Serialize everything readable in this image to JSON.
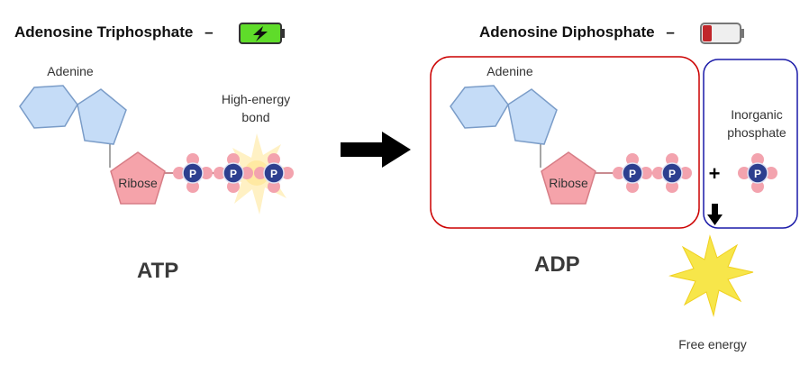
{
  "atp": {
    "title": "Adenosine Triphosphate",
    "dash": "–",
    "adenine": "Adenine",
    "ribose": "Ribose",
    "phosphate": "P",
    "bond_line1": "High-energy",
    "bond_line2": "bond",
    "name": "ATP"
  },
  "adp": {
    "title": "Adenosine Diphosphate",
    "dash": "–",
    "adenine": "Adenine",
    "ribose": "Ribose",
    "phosphate": "P",
    "inorganic_line1": "Inorganic",
    "inorganic_line2": "phosphate",
    "plus": "+",
    "free_energy": "Free energy",
    "name": "ADP"
  },
  "colors": {
    "purine": "#c5dcf7",
    "purine_stroke": "#7a9cc8",
    "ribose": "#f5a3aa",
    "ribose_stroke": "#d77d86",
    "phosphate": "#2d3f8f",
    "oxygen": "#f3a3ae",
    "battery_full": "#5fdc2a",
    "battery_low": "#c0262a",
    "adp_box": "#cc0000",
    "pi_box": "#1a1aa8",
    "energy": "#f7e64a"
  },
  "icons": {
    "battery_full": "battery-charging-icon",
    "battery_low": "battery-low-icon",
    "arrow": "right-arrow-icon",
    "down_arrow": "down-arrow-icon"
  }
}
